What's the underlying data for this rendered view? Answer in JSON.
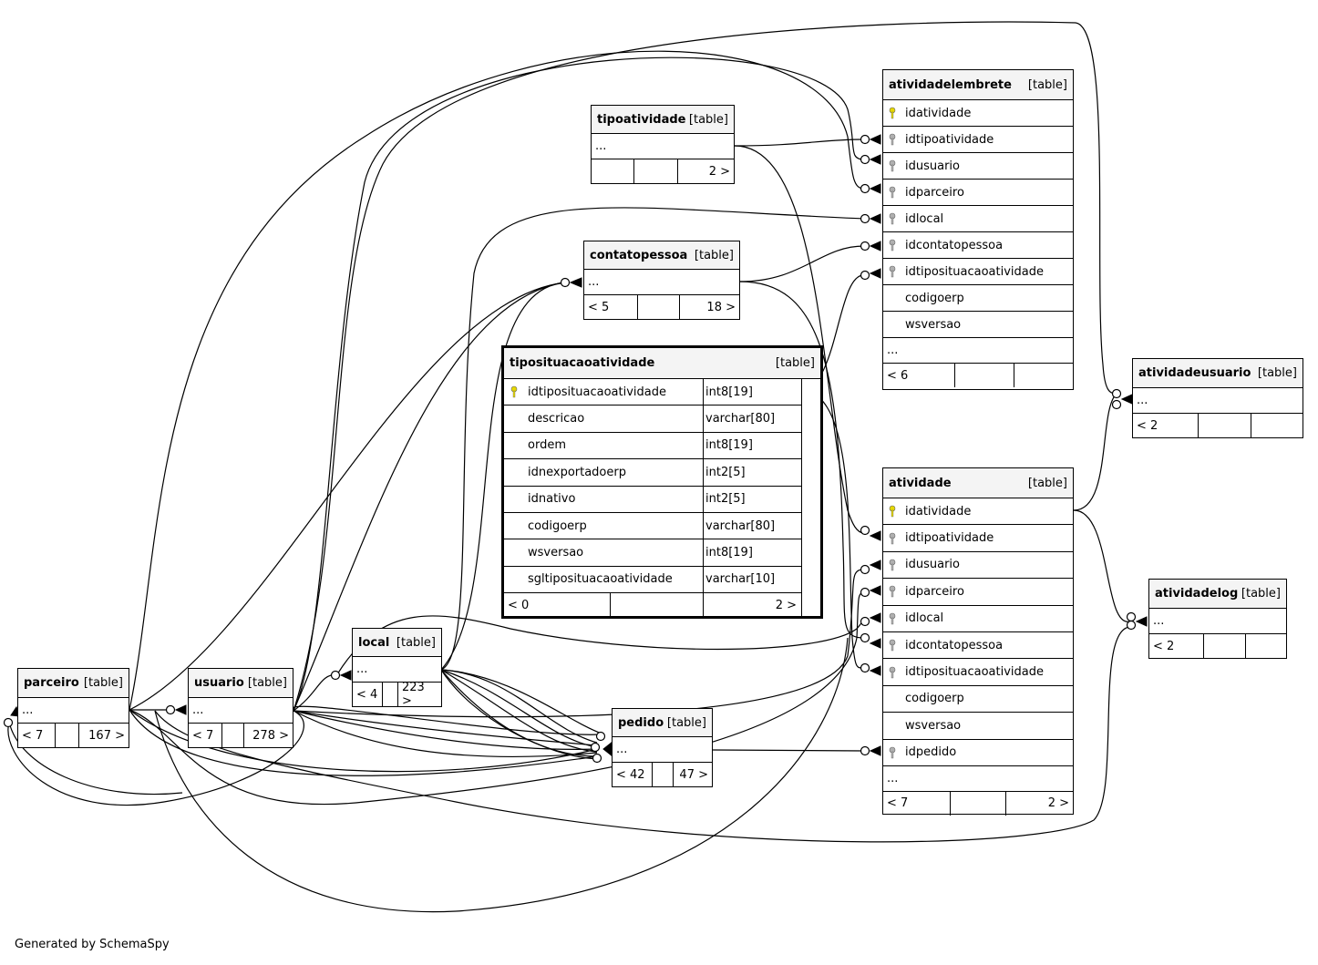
{
  "tables": {
    "atividadelembrete": {
      "name": "atividadelembrete",
      "type": "[table]",
      "columns": [
        {
          "name": "idatividade",
          "key": "primary-key-icon"
        },
        {
          "name": "idtipoatividade",
          "key": "foreign-key-icon"
        },
        {
          "name": "idusuario",
          "key": "foreign-key-icon"
        },
        {
          "name": "idparceiro",
          "key": "foreign-key-icon"
        },
        {
          "name": "idlocal",
          "key": "foreign-key-icon"
        },
        {
          "name": "idcontatopessoa",
          "key": "foreign-key-icon"
        },
        {
          "name": "idtiposituacaoatividade",
          "key": "foreign-key-icon"
        },
        {
          "name": "codigoerp",
          "key": ""
        },
        {
          "name": "wsversao",
          "key": ""
        }
      ],
      "ellipsis": "...",
      "footer": [
        "< 6",
        "",
        ""
      ]
    },
    "tipoatividade": {
      "name": "tipoatividade",
      "type": "[table]",
      "ellipsis": "...",
      "footer": [
        "",
        "",
        "2 >"
      ]
    },
    "contatopessoa": {
      "name": "contatopessoa",
      "type": "[table]",
      "ellipsis": "...",
      "footer": [
        "< 5",
        "",
        "18 >"
      ]
    },
    "tiposituacaoatividade": {
      "name": "tiposituacaoatividade",
      "type": "[table]",
      "columns": [
        {
          "name": "idtiposituacaoatividade",
          "dtype": "int8[19]",
          "key": "primary-key-icon"
        },
        {
          "name": "descricao",
          "dtype": "varchar[80]",
          "key": ""
        },
        {
          "name": "ordem",
          "dtype": "int8[19]",
          "key": ""
        },
        {
          "name": "idnexportadoerp",
          "dtype": "int2[5]",
          "key": ""
        },
        {
          "name": "idnativo",
          "dtype": "int2[5]",
          "key": ""
        },
        {
          "name": "codigoerp",
          "dtype": "varchar[80]",
          "key": ""
        },
        {
          "name": "wsversao",
          "dtype": "int8[19]",
          "key": ""
        },
        {
          "name": "sgltiposituacaoatividade",
          "dtype": "varchar[10]",
          "key": ""
        }
      ],
      "footer": [
        "< 0",
        "",
        "2 >"
      ]
    },
    "atividadeusuario": {
      "name": "atividadeusuario",
      "type": "[table]",
      "ellipsis": "...",
      "footer": [
        "< 2",
        "",
        ""
      ]
    },
    "atividade": {
      "name": "atividade",
      "type": "[table]",
      "columns": [
        {
          "name": "idatividade",
          "key": "primary-key-icon"
        },
        {
          "name": "idtipoatividade",
          "key": "foreign-key-icon"
        },
        {
          "name": "idusuario",
          "key": "foreign-key-icon"
        },
        {
          "name": "idparceiro",
          "key": "foreign-key-icon"
        },
        {
          "name": "idlocal",
          "key": "foreign-key-icon"
        },
        {
          "name": "idcontatopessoa",
          "key": "foreign-key-icon"
        },
        {
          "name": "idtiposituacaoatividade",
          "key": "foreign-key-icon"
        },
        {
          "name": "codigoerp",
          "key": ""
        },
        {
          "name": "wsversao",
          "key": ""
        },
        {
          "name": "idpedido",
          "key": "foreign-key-icon"
        }
      ],
      "ellipsis": "...",
      "footer": [
        "< 7",
        "",
        "2 >"
      ]
    },
    "atividadelog": {
      "name": "atividadelog",
      "type": "[table]",
      "ellipsis": "...",
      "footer": [
        "< 2",
        "",
        ""
      ]
    },
    "local": {
      "name": "local",
      "type": "[table]",
      "ellipsis": "...",
      "footer": [
        "< 4",
        "",
        "223 >"
      ]
    },
    "parceiro": {
      "name": "parceiro",
      "type": "[table]",
      "ellipsis": "...",
      "footer": [
        "< 7",
        "",
        "167 >"
      ]
    },
    "usuario": {
      "name": "usuario",
      "type": "[table]",
      "ellipsis": "...",
      "footer": [
        "< 7",
        "",
        "278 >"
      ]
    },
    "pedido": {
      "name": "pedido",
      "type": "[table]",
      "ellipsis": "...",
      "footer": [
        "< 42",
        "",
        "47 >"
      ]
    }
  },
  "colors": {
    "primary_key": "#e6d800",
    "foreign_key": "#b0b0b0",
    "header_bg": "#f4f4f4"
  },
  "generated_by": "Generated by SchemaSpy"
}
